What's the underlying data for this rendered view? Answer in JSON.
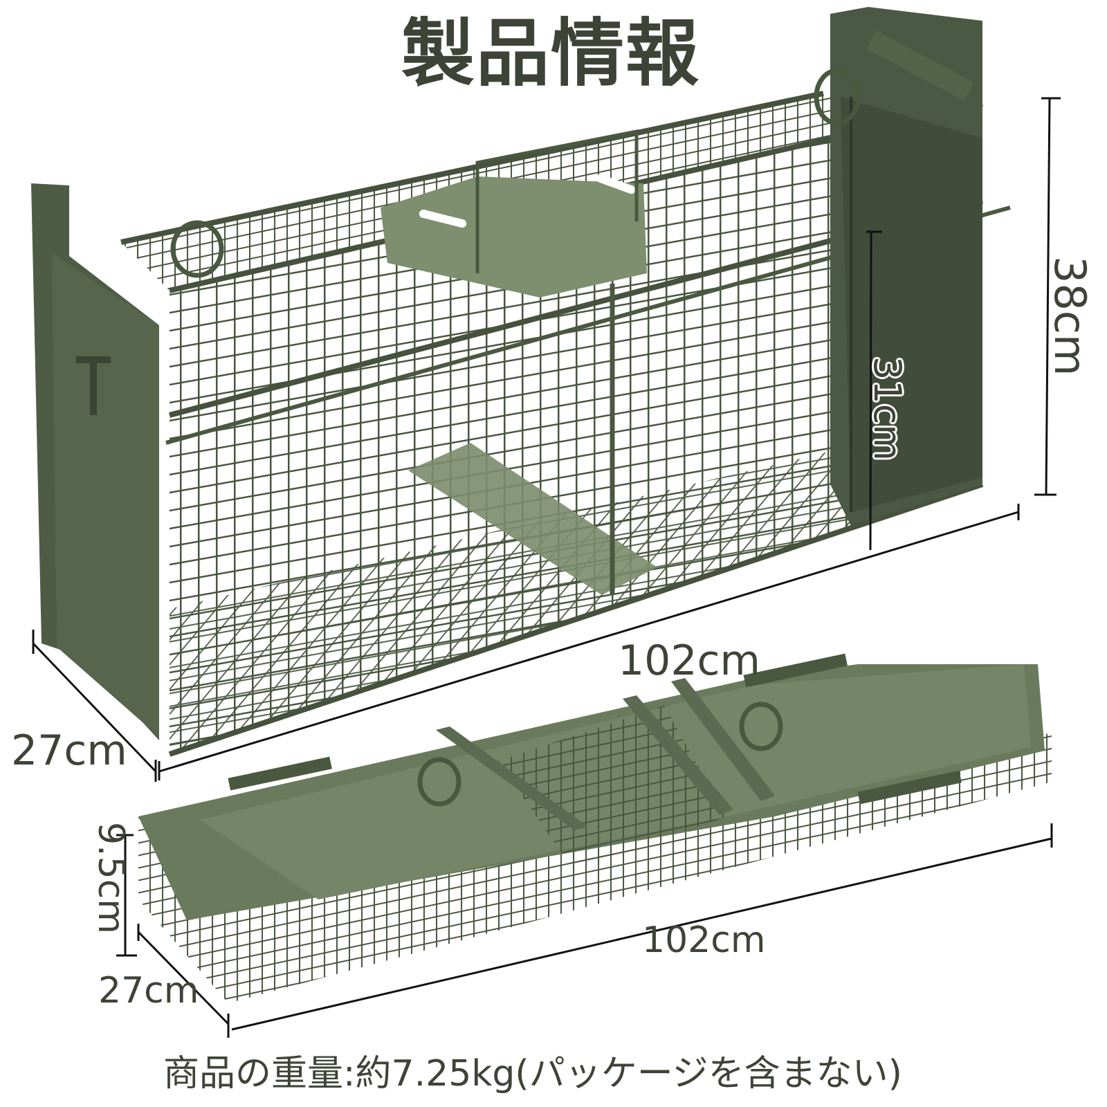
{
  "header": {
    "title": "製品情報"
  },
  "product_views": {
    "assembled": {
      "label": "assembled-cage",
      "dimensions": {
        "height_outer": "38cm",
        "height_inner": "31cm",
        "length": "102cm",
        "depth": "27cm"
      }
    },
    "folded": {
      "label": "folded-cage",
      "dimensions": {
        "height": "9.5cm",
        "length": "102cm",
        "depth": "27cm"
      }
    }
  },
  "footer": {
    "weight_note": "商品の重量:約7.25kg(パッケージを含まない)"
  },
  "colors": {
    "text": "#3d4437",
    "cage_green": "#4a5840",
    "panel_green": "#5b6b50",
    "plate_green": "#7d8f6e",
    "dimension_line": "#111111",
    "background": "#ffffff"
  }
}
